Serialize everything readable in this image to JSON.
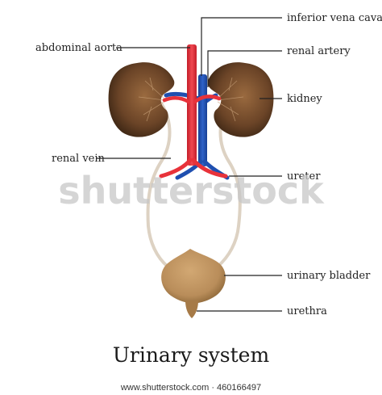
{
  "diagram": {
    "title": "Urinary system",
    "labels": {
      "abdominal_aorta": "abdominal aorta",
      "inferior_vena_cava": "inferior vena cava",
      "renal_artery": "renal artery",
      "kidney": "kidney",
      "renal_vein": "renal vein",
      "ureter": "ureter",
      "urinary_bladder": "urinary bladder",
      "urethra": "urethra"
    }
  },
  "watermark": {
    "text": "shutterstock"
  },
  "footer": {
    "credit": "www.shutterstock.com · 460166497"
  },
  "colors": {
    "artery_red": "#e8323a",
    "vein_blue": "#1f4fb0",
    "kidney_dark": "#4a2f1c",
    "kidney_light": "#9a6a3f",
    "ureter": "#ddd2c3",
    "bladder": "#b98d5a",
    "bladder_dark": "#8a6536"
  }
}
